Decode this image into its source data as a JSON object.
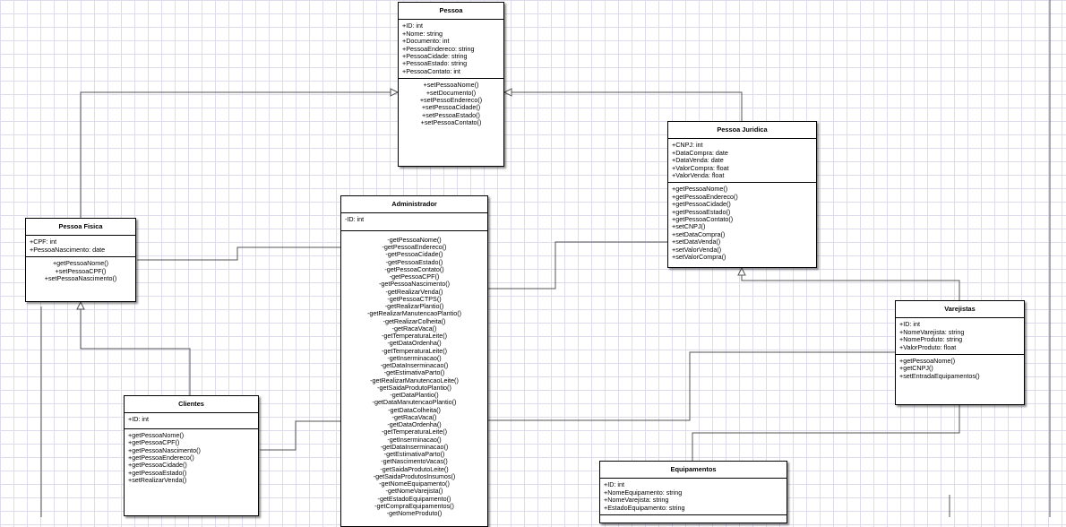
{
  "classes": {
    "pessoa": {
      "name": "Pessoa",
      "attributes": [
        "+ID: int",
        "+Nome: string",
        "+Documento: int",
        "+PessoaEndereco: string",
        "+PessoaCidade: string",
        "+PessoaEstado: string",
        "+PessoaContato: int"
      ],
      "methods": [
        "+setPessoaNome()",
        "+setDocumento()",
        "+setPessoEndereco()",
        "+setPessoaCidade()",
        "+setPessoaEstado()",
        "+setPessoaContato()"
      ]
    },
    "pessoa_juridica": {
      "name": "Pessoa Juridica",
      "attributes": [
        "+CNPJ: int",
        "+DataCompra: date",
        "+DataVenda: date",
        "+ValorCompra: float",
        "+ValorVenda: float"
      ],
      "methods": [
        "+getPessoaNome()",
        "+getPessoaEndereco()",
        "+getPessoaCidade()",
        "+getPessoaEstado()",
        "+getPessoaContato()",
        "+setCNPJ()",
        "+setDataCompra()",
        "+setDataVenda()",
        "+setValorVenda()",
        "+setValorCompra()"
      ]
    },
    "pessoa_fisica": {
      "name": "Pessoa Fisica",
      "attributes": [
        "+CPF: int",
        "+PessoaNascimento: date"
      ],
      "methods": [
        "+getPessoaNome()",
        "+setPessoaCPF()",
        "+setPessoaNascimento()"
      ]
    },
    "administrador": {
      "name": "Administrador",
      "attributes": [
        "-ID: int"
      ],
      "methods": [
        "-getPessoaNome()",
        "-getPessoaEndereco()",
        "-getPessoaCidade()",
        "-getPessoaEstado()",
        "-getPessoaContato()",
        "-getPessoaCPF()",
        "-getPessoaNascimento()",
        "-getRealizarVenda()",
        "-getPessoaCTPS()",
        "-getRealizarPlantio()",
        "-getRealizarManutencaoPlantio()",
        "-getRealizarColheita()",
        "-getRacaVaca()",
        "-getTemperaturaLeite()",
        "-getDataOrdenha()",
        "-getTemperaturaLeite()",
        "-getInserminacao()",
        "-getDataInserminacao()",
        "-getEstimativaParto()",
        "-getRealizarManutencaoLeite()",
        "-getSaidaProdutoPlantio()",
        "-getDataPlantio()",
        "-getDataManutencaoPlantio()",
        "-getDataColheita()",
        "-getRacaVaca()",
        "-getDataOrdenha()",
        "-getTemperaturaLeite()",
        "-getInserminacao()",
        "-getDataInserminacao()",
        "-getEstimativaParto()",
        "-getNascimentoVacas()",
        "-getSaidaProdutoLeite()",
        "-getSaidaProdutosInsumos()",
        "-getNomeEquipamento()",
        "-getNomeVarejista()",
        "-getEstadoEquipamento()",
        "-getCompraEquipamentos()",
        "-getNomeProduto()"
      ]
    },
    "varejistas": {
      "name": "Varejistas",
      "attributes": [
        "+ID: int",
        "+NomeVarejista: string",
        "+NomeProduto: string",
        "+ValorProduto: float"
      ],
      "methods": [
        "+getPessoaNome()",
        "+getCNPJ()",
        "+setEntradaEquipamentos()"
      ]
    },
    "clientes": {
      "name": "Clientes",
      "attributes": [
        "+ID: int"
      ],
      "methods": [
        "+getPessoaNome()",
        "+getPessoaCPF()",
        "+getPessoaNascimento()",
        "+getPessoaEndereco()",
        "+getPessoaCidade()",
        "+getPessoaEstado()",
        "+setRealizarVenda()"
      ]
    },
    "equipamentos": {
      "name": "Equipamentos",
      "attributes": [
        "+ID: int",
        "+NomeEquipamento: string",
        "+NomeVarejista: string",
        "+EstadoEquipamento: string"
      ],
      "methods": []
    }
  }
}
